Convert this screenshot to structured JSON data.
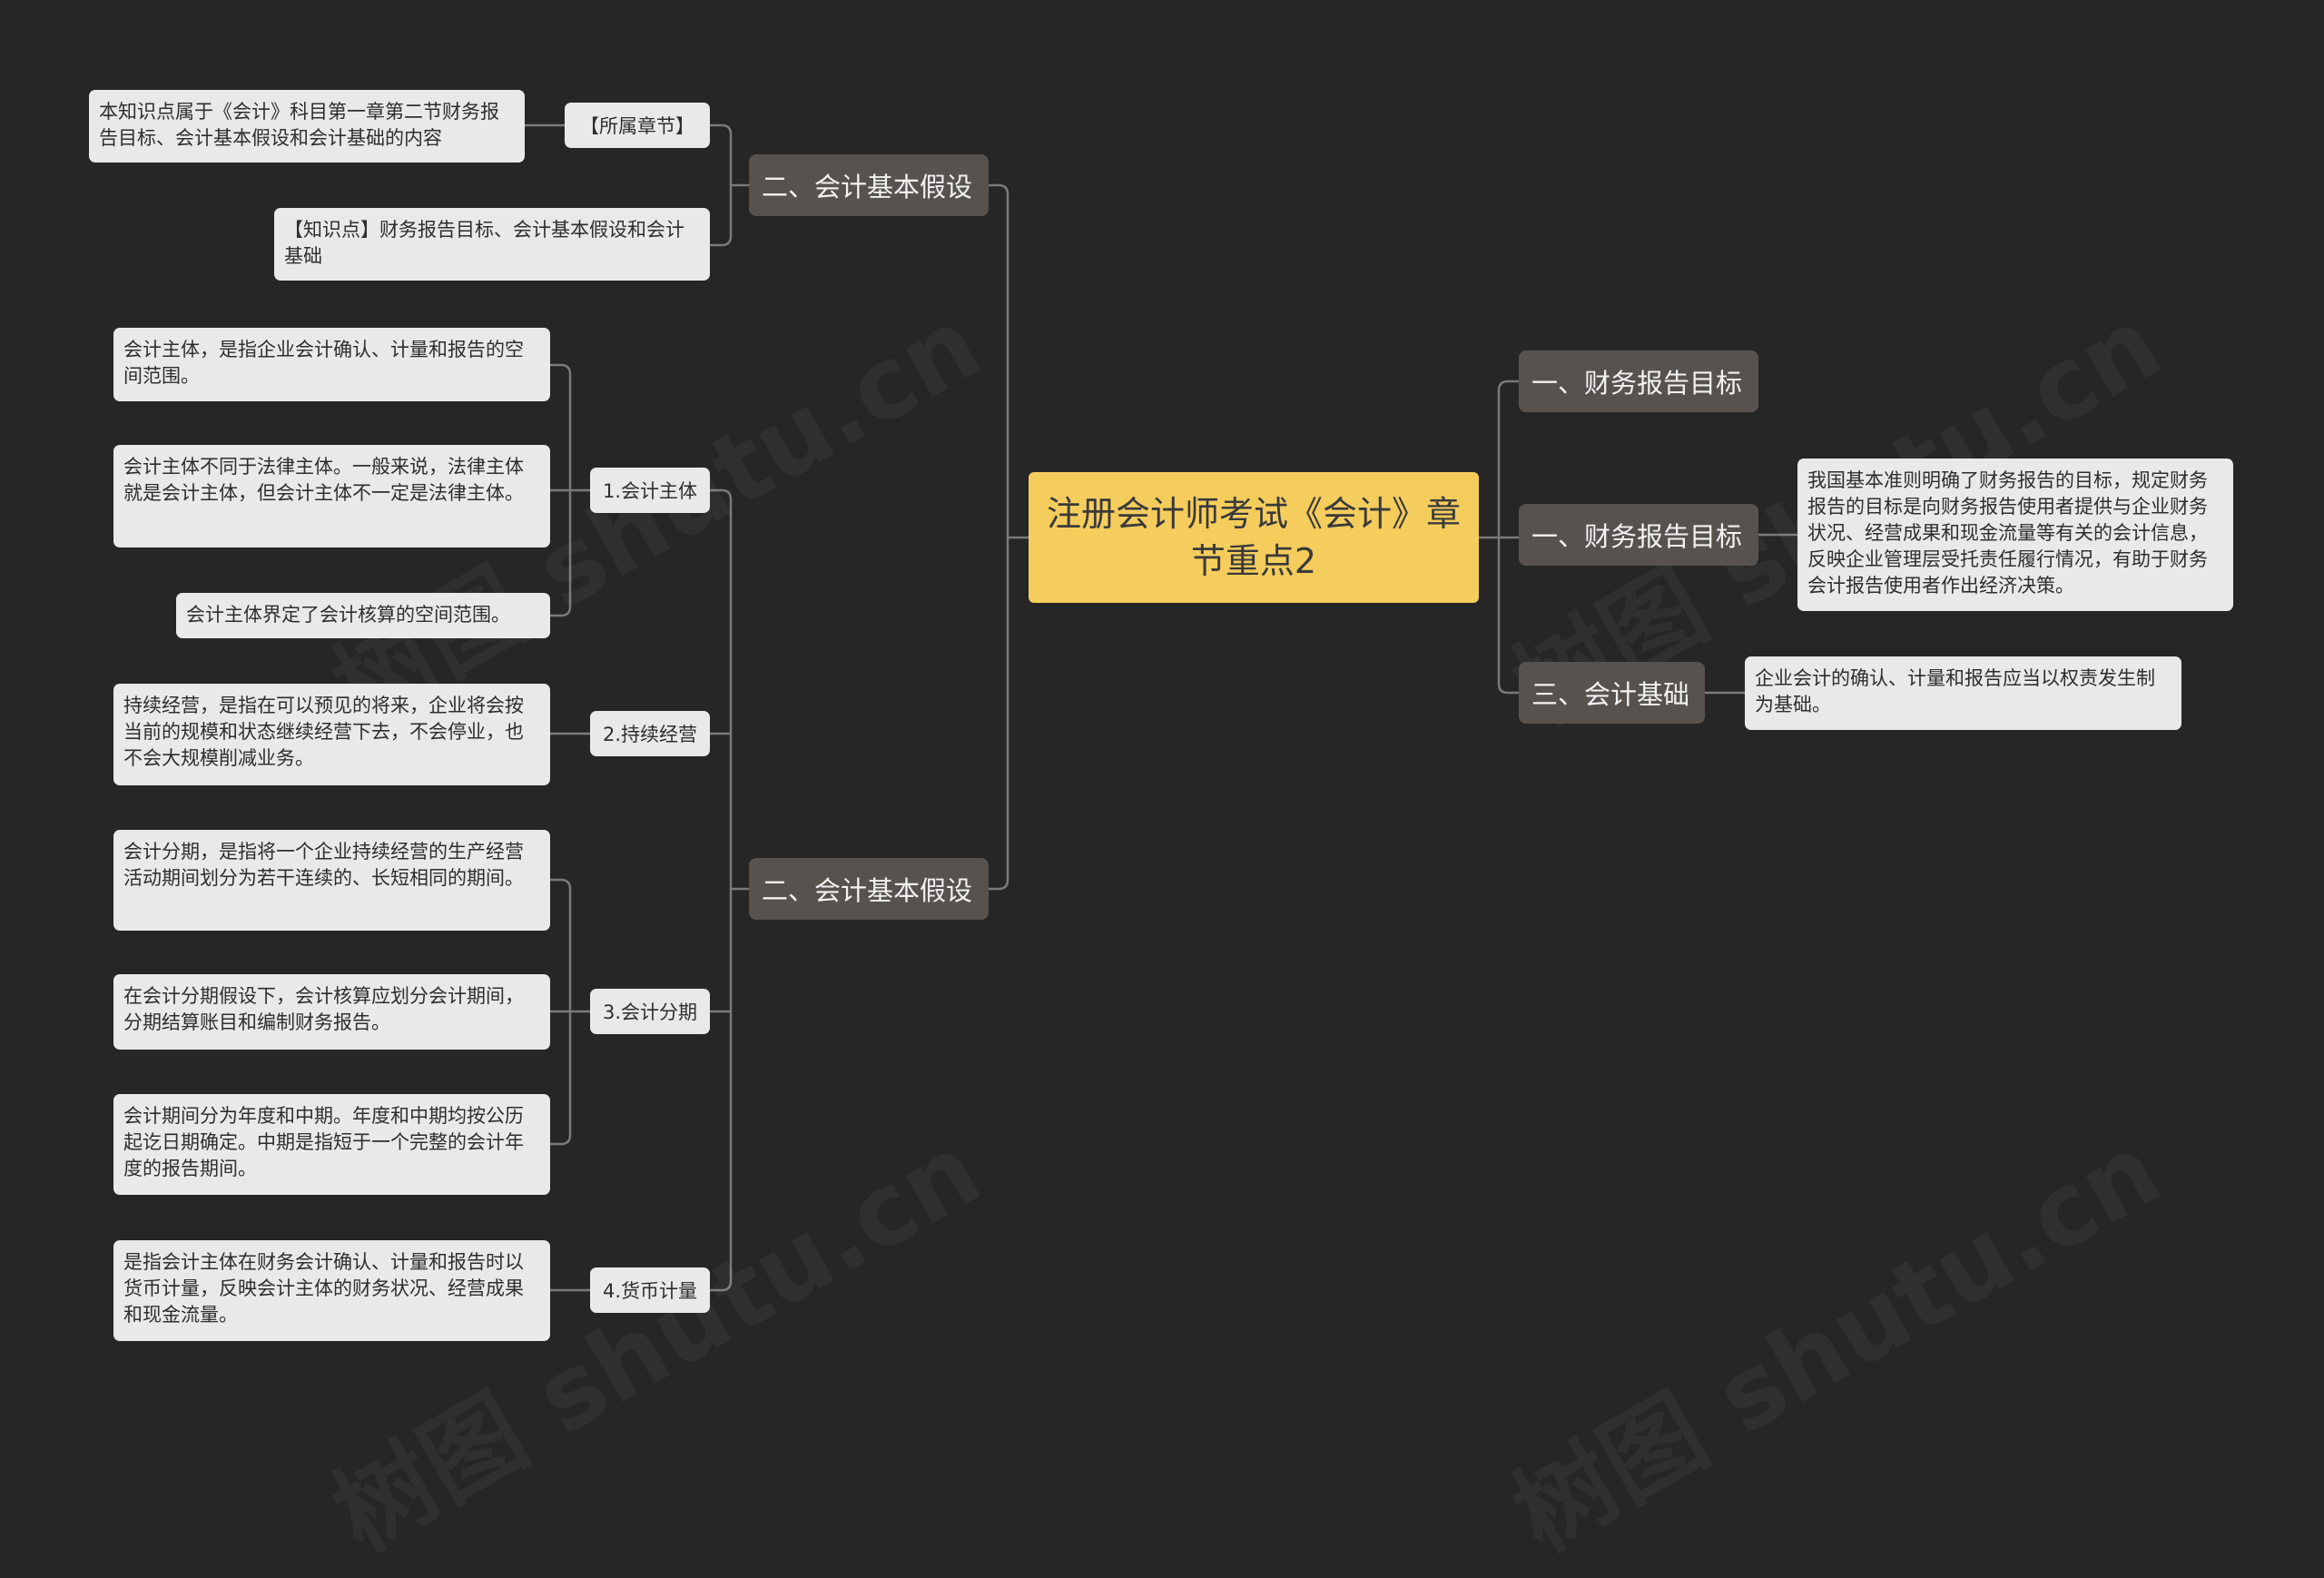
{
  "root": {
    "title": "注册会计师考试《会计》章节重点2"
  },
  "branches": {
    "top_left": "二、会计基本假设",
    "mid_left": "二、会计基本假设",
    "r1": "一、财务报告目标",
    "r2": "一、财务报告目标",
    "r3": "三、会计基础"
  },
  "subs": {
    "chapter": "【所属章节】",
    "s1": "1.会计主体",
    "s2": "2.持续经营",
    "s3": "3.会计分期",
    "s4": "4.货币计量"
  },
  "leaves": {
    "chapter_text": "本知识点属于《会计》科目第一章第二节财务报告目标、会计基本假设和会计基础的内容",
    "knowledge_point": "【知识点】财务报告目标、会计基本假设和会计基础",
    "entity_1": "会计主体，是指企业会计确认、计量和报告的空间范围。",
    "entity_2": "会计主体不同于法律主体。一般来说，法律主体就是会计主体，但会计主体不一定是法律主体。",
    "entity_3": "会计主体界定了会计核算的空间范围。",
    "going_concern": "持续经营，是指在可以预见的将来，企业将会按当前的规模和状态继续经营下去，不会停业，也不会大规模削减业务。",
    "period_1": "会计分期，是指将一个企业持续经营的生产经营活动期间划分为若干连续的、长短相同的期间。",
    "period_2": "在会计分期假设下，会计核算应划分会计期间，分期结算账目和编制财务报告。",
    "period_3": "会计期间分为年度和中期。年度和中期均按公历起讫日期确定。中期是指短于一个完整的会计年度的报告期间。",
    "money": "是指会计主体在财务会计确认、计量和报告时以货币计量，反映会计主体的财务状况、经营成果和现金流量。",
    "objective": "我国基本准则明确了财务报告的目标，规定财务报告的目标是向财务报告使用者提供与企业财务状况、经营成果和现金流量等有关的会计信息，反映企业管理层受托责任履行情况，有助于财务会计报告使用者作出经济决策。",
    "accrual": "企业会计的确认、计量和报告应当以权责发生制为基础。"
  },
  "watermark": "树图 shutu.cn",
  "colors": {
    "background": "#262626",
    "root": "#f5cd5d",
    "branch": "#58524f",
    "leaf": "#e9e9e9",
    "line": "#7a7a7a"
  }
}
